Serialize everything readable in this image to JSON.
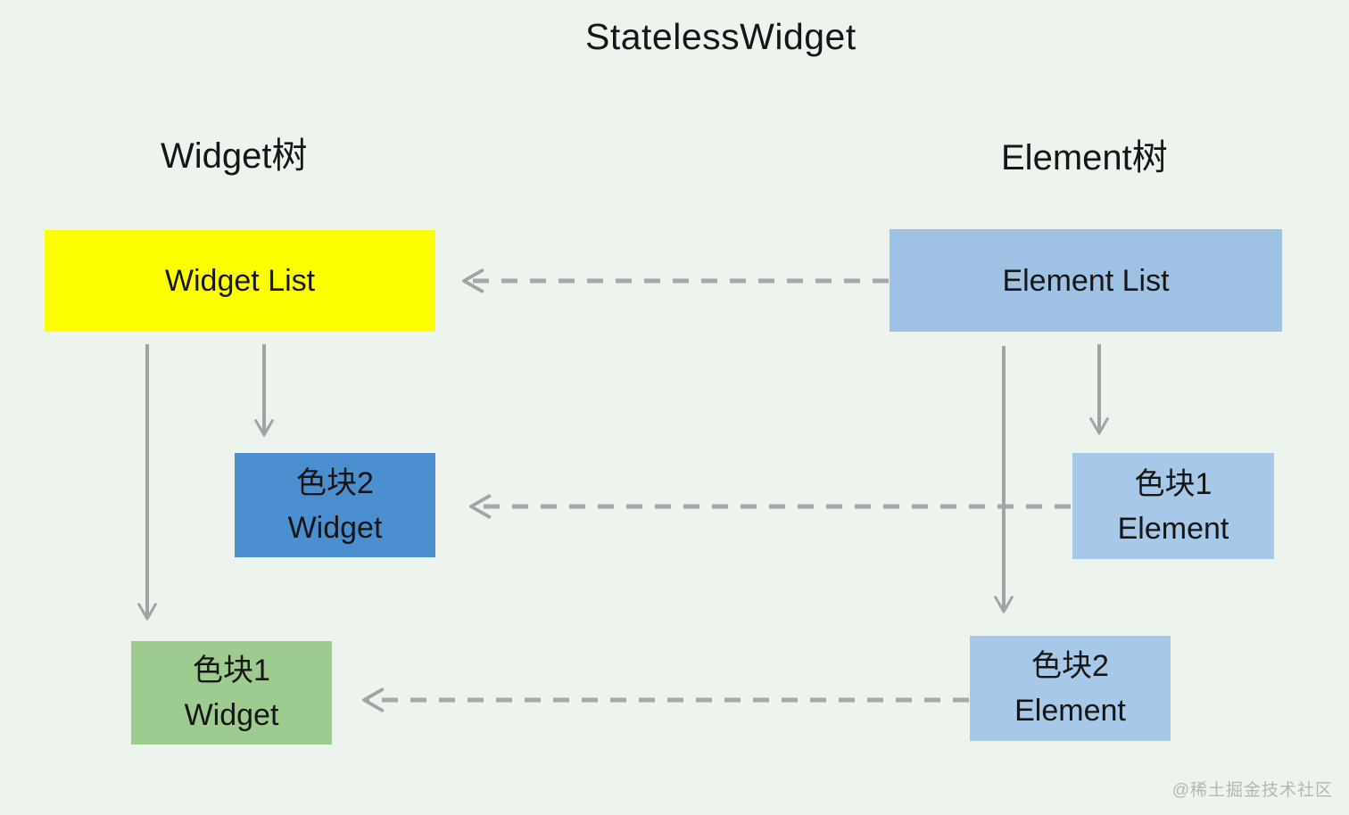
{
  "diagram": {
    "title": "StatelessWidget",
    "tree_labels": {
      "left": "Widget树",
      "right": "Element树"
    },
    "nodes": {
      "widget_list": {
        "label": "Widget List"
      },
      "element_list": {
        "label": "Element List"
      },
      "block2_widget": {
        "line1": "色块2",
        "line2": "Widget"
      },
      "block1_element": {
        "line1": "色块1",
        "line2": "Element"
      },
      "block1_widget": {
        "line1": "色块1",
        "line2": "Widget"
      },
      "block2_element": {
        "line1": "色块2",
        "line2": "Element"
      }
    },
    "colors": {
      "background": "#edf4ed",
      "widget_list_bg": "#fdff00",
      "element_list_bg": "#9fc2e4",
      "block2_widget_bg": "#4b8fd0",
      "block1_element_bg": "#a7c8e8",
      "block1_widget_bg": "#9ecb90",
      "block2_element_bg": "#a7c8e8",
      "arrow": "#a3a3a3",
      "text": "#161616"
    },
    "watermark": "@稀土掘金技术社区"
  }
}
